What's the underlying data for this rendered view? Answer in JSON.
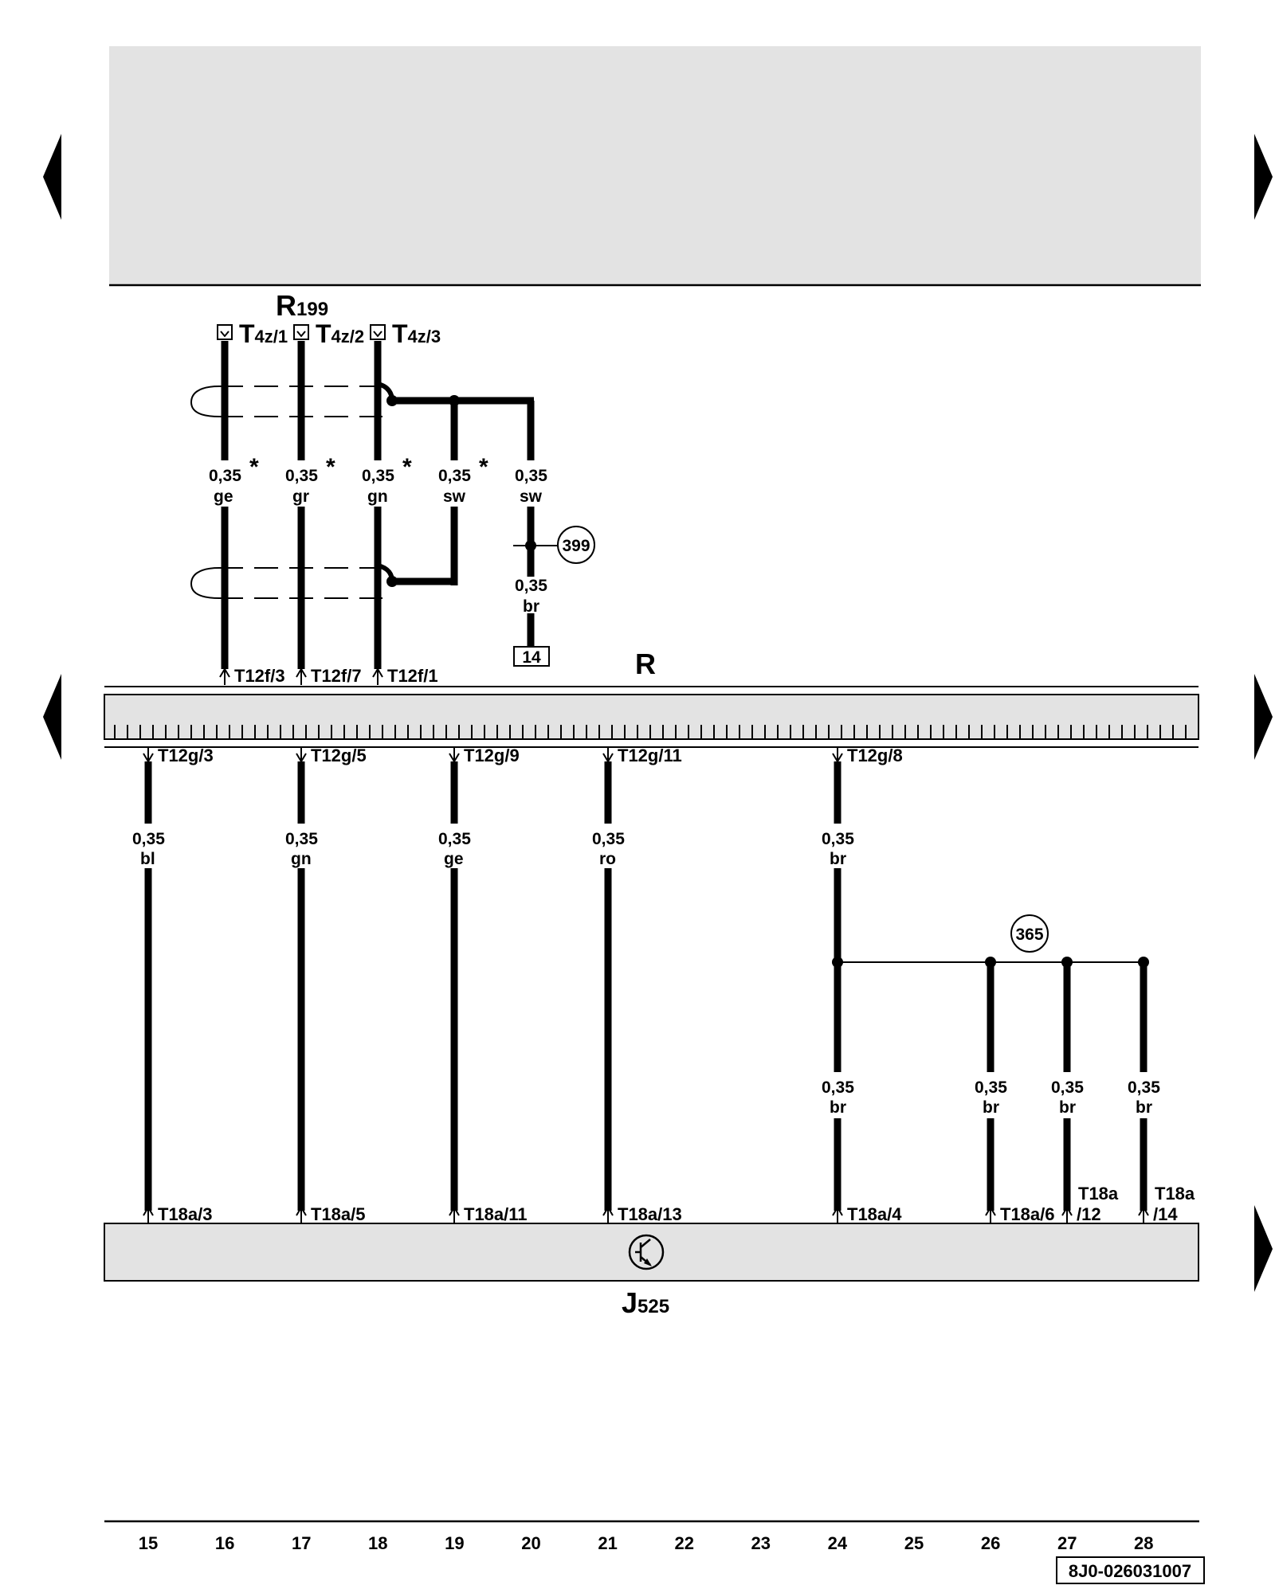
{
  "components": {
    "r199": {
      "main": "R",
      "sub": "199"
    },
    "r": {
      "main": "R"
    },
    "j525": {
      "main": "J",
      "sub": "525"
    }
  },
  "r199_pins": [
    {
      "main": "T",
      "sub": "4z/1"
    },
    {
      "main": "T",
      "sub": "4z/2"
    },
    {
      "main": "T",
      "sub": "4z/3"
    }
  ],
  "upper_wires": [
    {
      "size": "0,35",
      "color": "ge",
      "star": "*"
    },
    {
      "size": "0,35",
      "color": "gr",
      "star": "*"
    },
    {
      "size": "0,35",
      "color": "gn",
      "star": "*"
    },
    {
      "size": "0,35",
      "color": "sw",
      "star": "*"
    },
    {
      "size": "0,35",
      "color": "sw",
      "star": ""
    }
  ],
  "ground_wire": {
    "size": "0,35",
    "color": "br"
  },
  "circled_refs": {
    "ground_399": "399",
    "ground_365": "365"
  },
  "ref_box": "14",
  "r_top_pins": [
    "T12f/3",
    "T12f/7",
    "T12f/1"
  ],
  "r_bottom_pins": [
    "T12g/3",
    "T12g/5",
    "T12g/9",
    "T12g/11",
    "T12g/8"
  ],
  "lower_wires": [
    {
      "size": "0,35",
      "color": "bl"
    },
    {
      "size": "0,35",
      "color": "gn"
    },
    {
      "size": "0,35",
      "color": "ge"
    },
    {
      "size": "0,35",
      "color": "ro"
    },
    {
      "size": "0,35",
      "color": "br"
    }
  ],
  "ground_branches": [
    {
      "size": "0,35",
      "color": "br"
    },
    {
      "size": "0,35",
      "color": "br"
    },
    {
      "size": "0,35",
      "color": "br"
    },
    {
      "size": "0,35",
      "color": "br"
    }
  ],
  "j525_pins": [
    "T18a/3",
    "T18a/5",
    "T18a/11",
    "T18a/13",
    "T18a/4",
    "T18a/6"
  ],
  "j525_pins_split": [
    {
      "line1": "T18a",
      "line2": "/12"
    },
    {
      "line1": "T18a",
      "line2": "/14"
    }
  ],
  "column_numbers": [
    "15",
    "16",
    "17",
    "18",
    "19",
    "20",
    "21",
    "22",
    "23",
    "24",
    "25",
    "26",
    "27",
    "28"
  ],
  "footer_code": "8J0-026031007",
  "colors": {
    "panel_gray": "#e3e3e3",
    "ink": "#000000"
  }
}
